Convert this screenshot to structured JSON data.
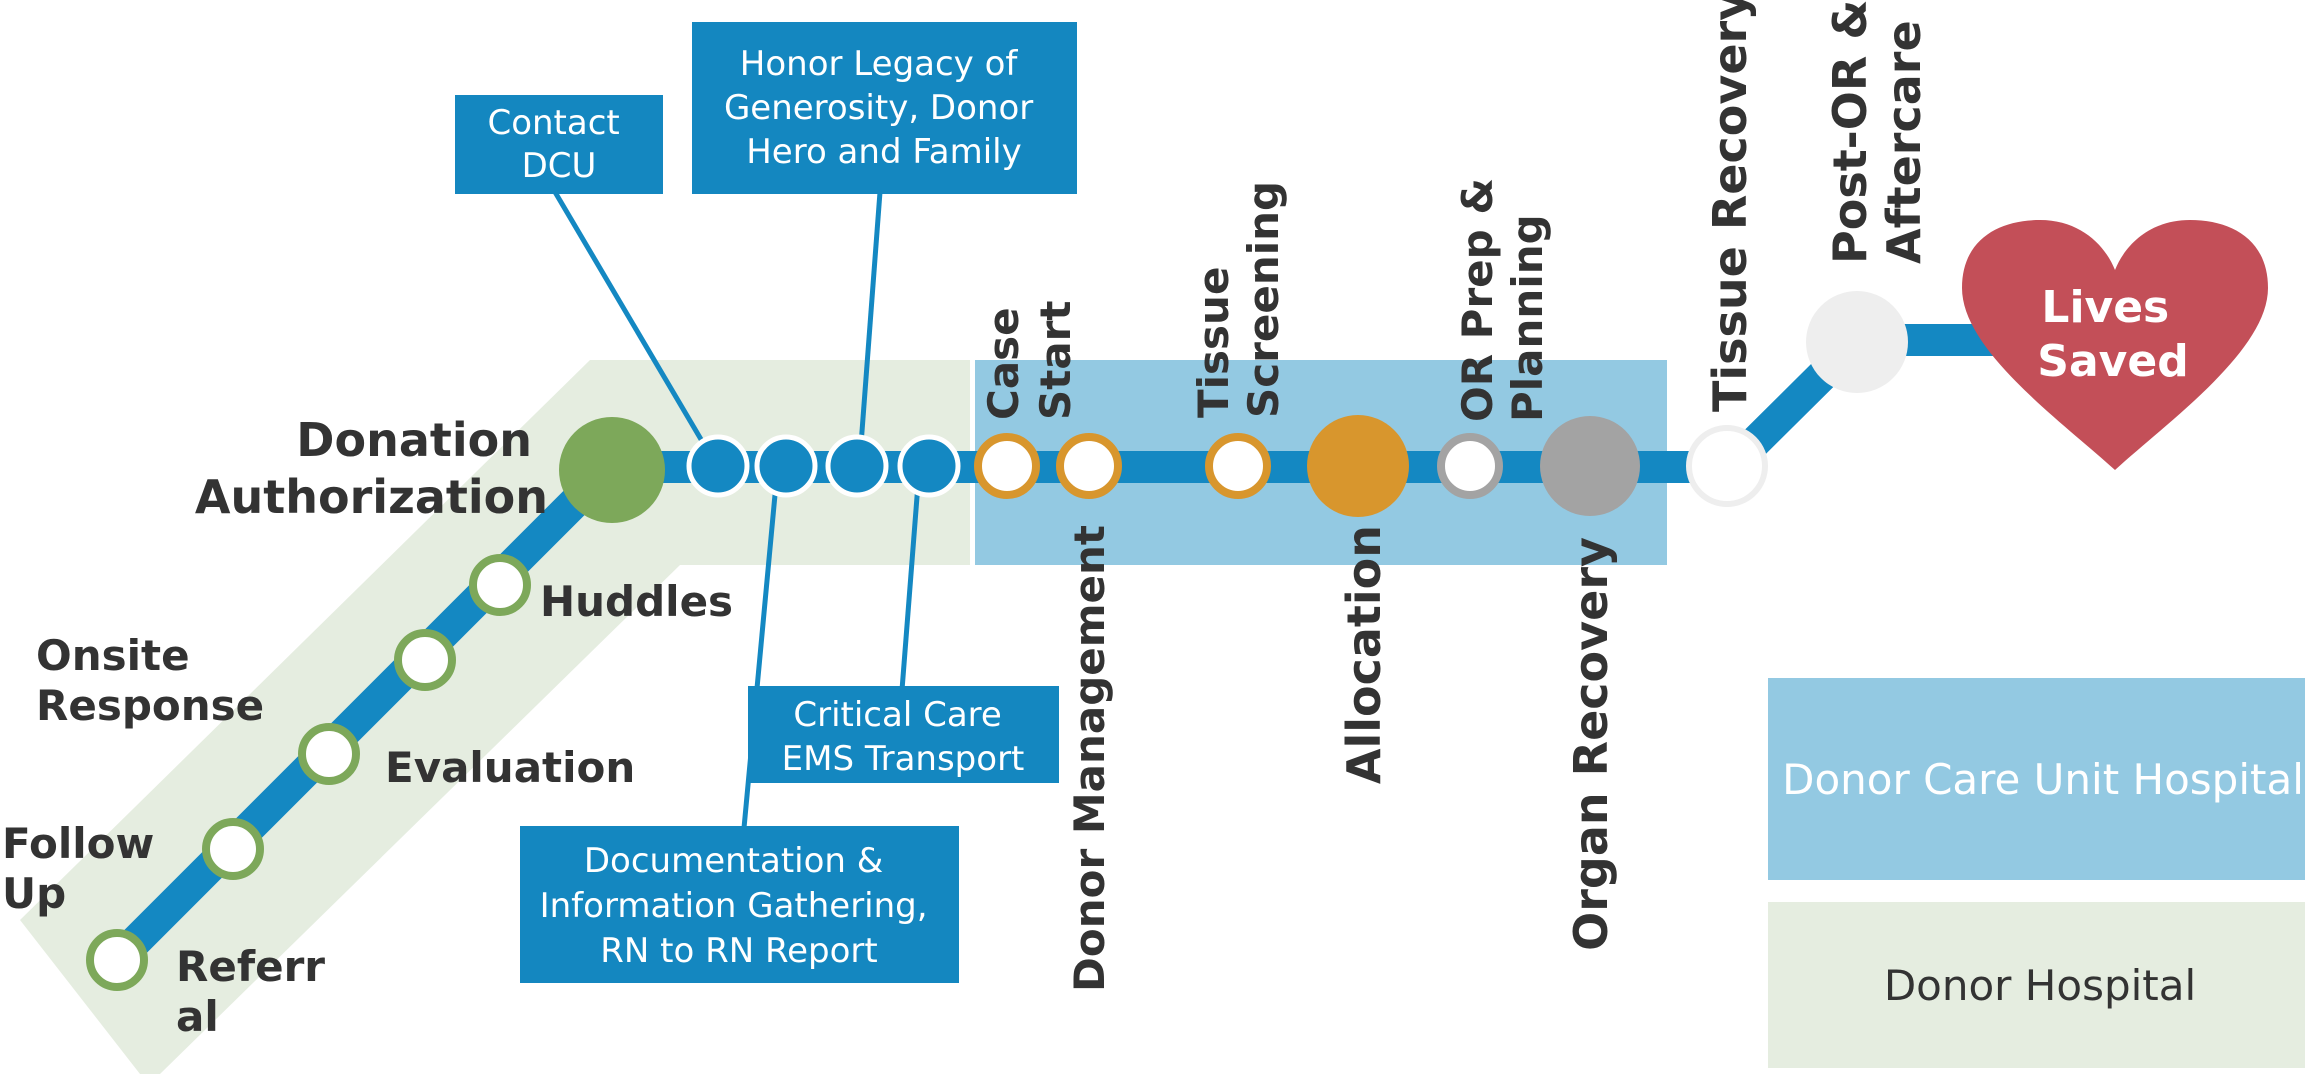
{
  "colors": {
    "route_blue": "#1488c2",
    "box_blue": "#1487c0",
    "donor_hospital_zone": "#e5ede0",
    "dcu_zone": "#93c9e2",
    "green_stop": "#7da85a",
    "orange_stop": "#d8962d",
    "gray_stop": "#a3a3a3",
    "heart_red": "#c34f58",
    "label_text": "#333333"
  },
  "stages": {
    "referral": [
      "Referr",
      "al"
    ],
    "follow_up": [
      "Follow",
      "Up"
    ],
    "evaluation": "Evaluation",
    "onsite_response": [
      "Onsite",
      "Response"
    ],
    "huddles": "Huddles",
    "donation_authorization": [
      "Donation",
      "Authorization"
    ],
    "case_start": [
      "Case",
      "Start"
    ],
    "donor_management": "Donor Management",
    "tissue_screening": [
      "Tissue",
      "Screening"
    ],
    "allocation": "Allocation",
    "or_prep_planning": [
      "OR Prep &",
      "Planning"
    ],
    "organ_recovery": "Organ Recovery",
    "tissue_recovery": "Tissue Recovery",
    "post_or_aftercare": [
      "Post-OR &",
      "Aftercare"
    ]
  },
  "callouts": {
    "contact_dcu": [
      "Contact",
      "DCU"
    ],
    "honor_legacy": [
      "Honor Legacy of",
      "Generosity, Donor",
      "Hero and Family"
    ],
    "critical_care": [
      "Critical Care",
      "EMS Transport"
    ],
    "documentation": [
      "Documentation &",
      "Information Gathering,",
      "RN to RN Report"
    ]
  },
  "outcome": [
    "Lives",
    "Saved"
  ],
  "legend": {
    "dcu_hospital": "Donor Care Unit Hospital",
    "donor_hospital": "Donor Hospital"
  }
}
